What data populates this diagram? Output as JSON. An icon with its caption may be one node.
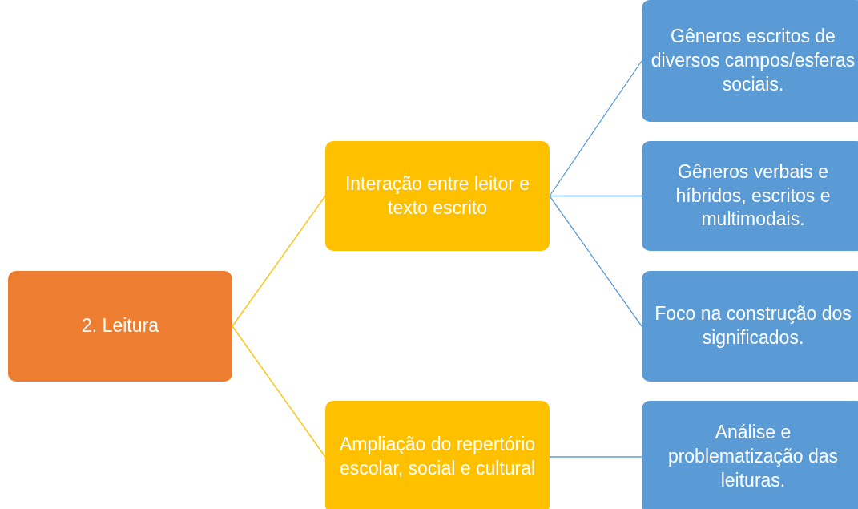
{
  "diagram": {
    "nodes": [
      {
        "text": [
          "2. Leitura"
        ]
      },
      {
        "text": [
          "Interação entre leitor e texto escrito"
        ]
      },
      {
        "text": [
          "Gêneros escritos de diversos campos/esferas sociais."
        ]
      },
      {
        "text": [
          "Gêneros verbais e híbridos, escritos e multimodais."
        ]
      },
      {
        "text": [
          "Foco na construção dos significados."
        ]
      },
      {
        "text": [
          "Ampliação do repertório escolar, social e cultural"
        ]
      },
      {
        "text": [
          "Análise e problematização das leituras."
        ]
      }
    ],
    "edges": [
      {
        "from": 0,
        "to": 1,
        "arrow": "none",
        "color": "#ffc000"
      },
      {
        "from": 0,
        "to": 5,
        "arrow": "none",
        "color": "#ffc000"
      },
      {
        "from": 1,
        "to": 2,
        "arrow": "none"
      },
      {
        "from": 1,
        "to": 3,
        "arrow": "none"
      },
      {
        "from": 1,
        "to": 4,
        "arrow": "none"
      },
      {
        "from": 5,
        "to": 6,
        "arrow": "none"
      }
    ]
  }
}
